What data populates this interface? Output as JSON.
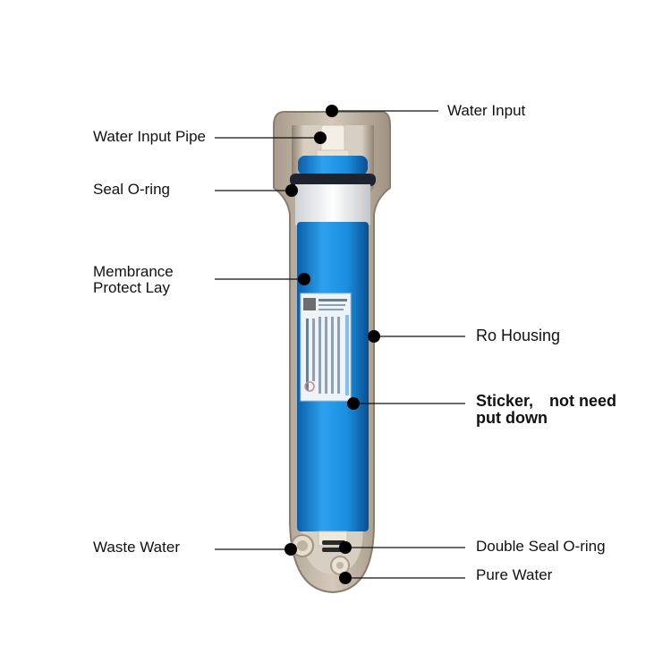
{
  "labels": {
    "water_input": "Water Input",
    "water_input_pipe": "Water Input Pipe",
    "seal_o_ring": "Seal O-ring",
    "membrance_line1": "Membrance",
    "membrance_line2": "Protect Lay",
    "ro_housing": "Ro Housing",
    "sticker_line1": "Sticker,　not need",
    "sticker_line2": "put down",
    "waste_water": "Waste Water",
    "double_seal_o_ring": "Double Seal O-ring",
    "pure_water": "Pure Water"
  },
  "colors": {
    "housing_shell": "#b7ab9c",
    "housing_inner": "#cdc2b4",
    "membrane_blue": "#1a8ee0",
    "membrane_dark": "#0b5ea8",
    "o_ring": "#1d2330",
    "cap_white": "#f2f2f2",
    "leader_line": "#111111"
  }
}
